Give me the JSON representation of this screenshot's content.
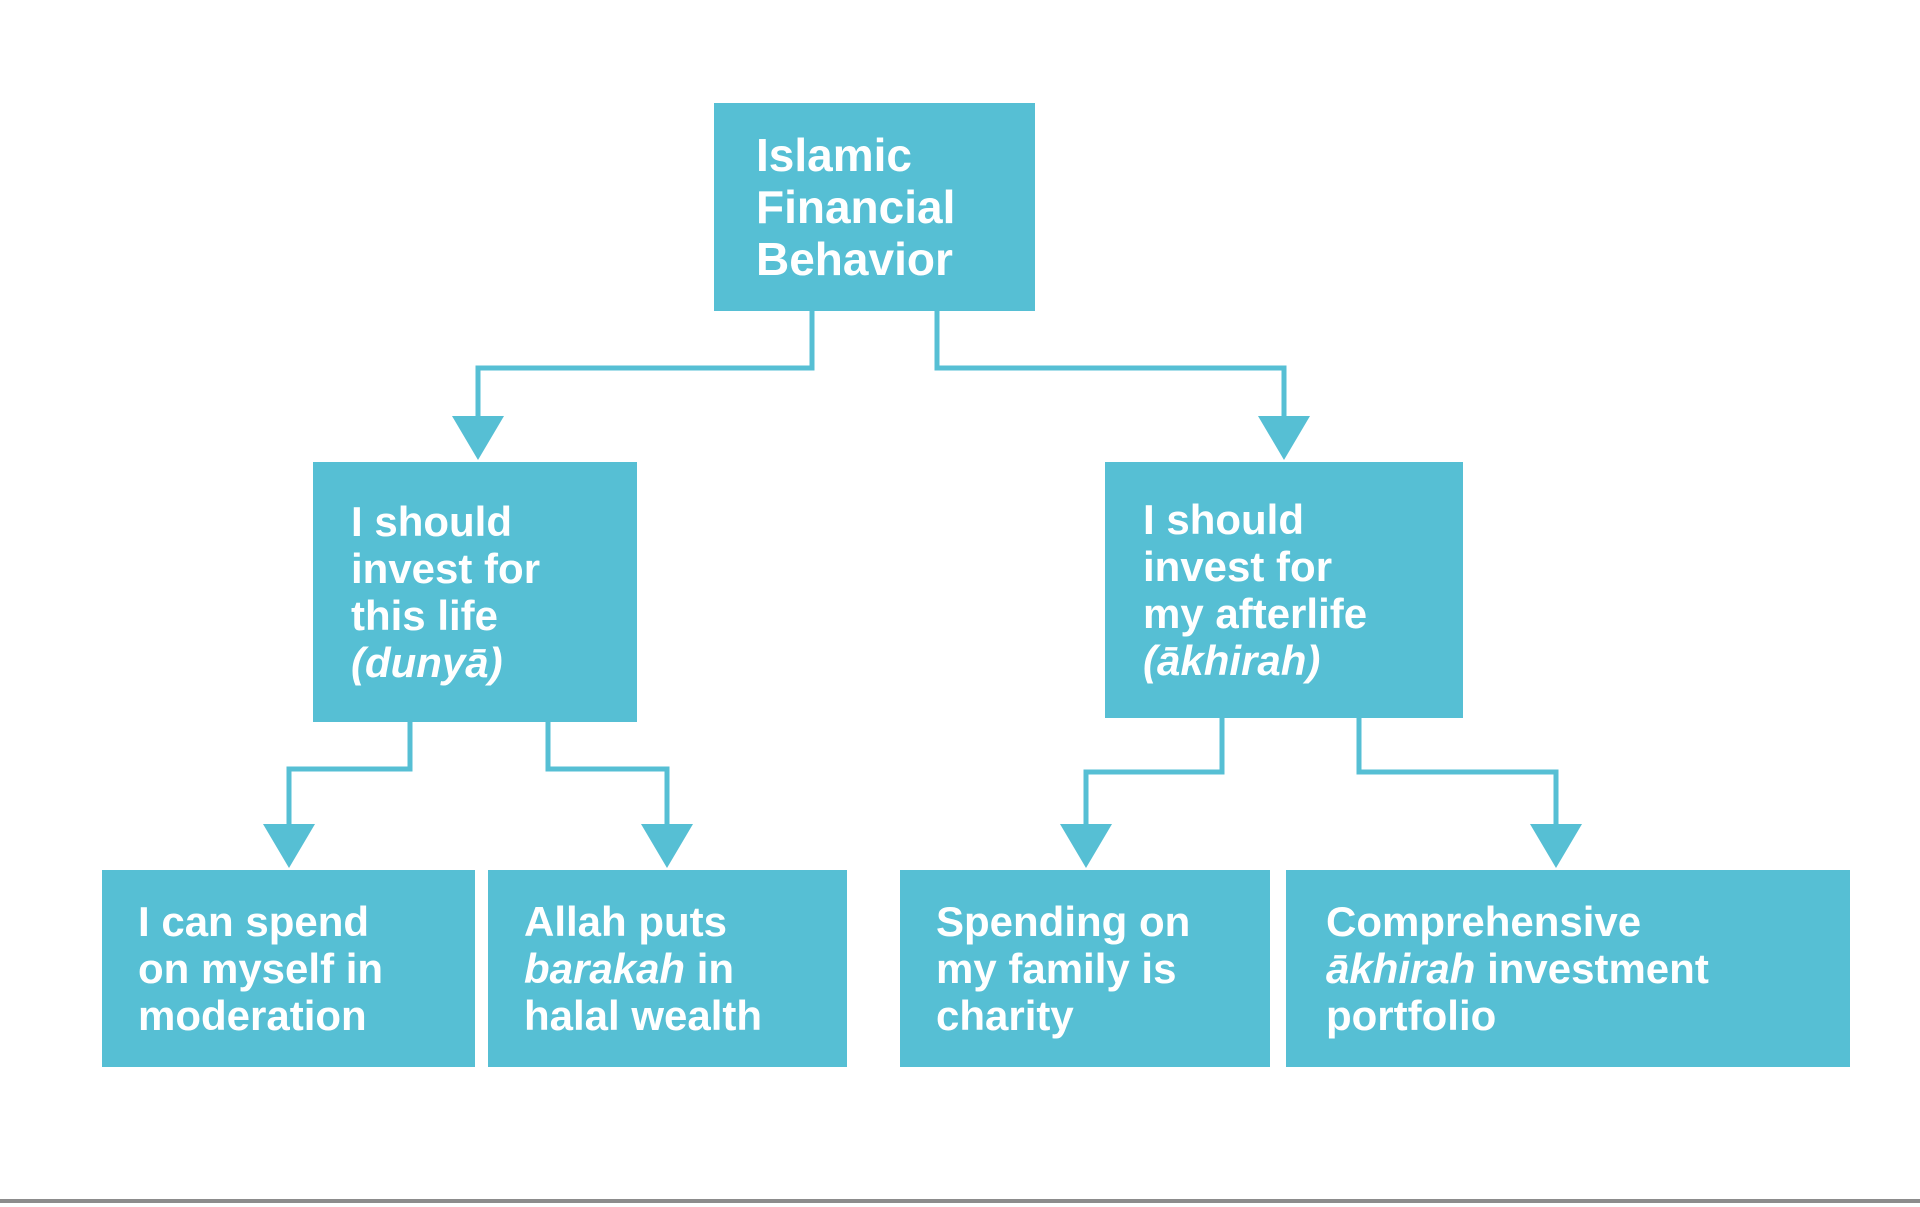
{
  "colors": {
    "accent": "#56BFD4",
    "node_text": "#FFFFFF",
    "divider": "#8C8C8C",
    "background": "#FFFFFF"
  },
  "diagram": {
    "type": "flowchart-tree",
    "nodes": {
      "root": {
        "label": "Islamic Financial Behavior",
        "lines": [
          "Islamic",
          "Financial",
          "Behavior"
        ]
      },
      "dunya": {
        "label": "I should invest for this life (dunyā)",
        "lines": [
          "I should",
          "invest for",
          "this life",
          "*(dunyā)*"
        ]
      },
      "akhirah": {
        "label": "I should invest for my afterlife (ākhirah)",
        "lines": [
          "I should",
          "invest for",
          "my afterlife",
          "*(ākhirah)*"
        ]
      },
      "moderation": {
        "label": "I can spend on myself in moderation",
        "lines": [
          "I can spend",
          "on myself in",
          "moderation"
        ]
      },
      "barakah": {
        "label": "Allah puts barakah in halal wealth",
        "lines": [
          "Allah puts",
          "*barakah* in",
          "halal wealth"
        ]
      },
      "charity": {
        "label": "Spending on my family is charity",
        "lines": [
          "Spending on",
          "my family is",
          "charity"
        ]
      },
      "portfolio": {
        "label": "Comprehensive ākhirah investment portfolio",
        "lines": [
          "Comprehensive",
          "*ākhirah* investment",
          "portfolio"
        ]
      }
    },
    "edges": [
      {
        "from": "root",
        "to": "dunya"
      },
      {
        "from": "root",
        "to": "akhirah"
      },
      {
        "from": "dunya",
        "to": "moderation"
      },
      {
        "from": "dunya",
        "to": "barakah"
      },
      {
        "from": "akhirah",
        "to": "charity"
      },
      {
        "from": "akhirah",
        "to": "portfolio"
      }
    ]
  }
}
